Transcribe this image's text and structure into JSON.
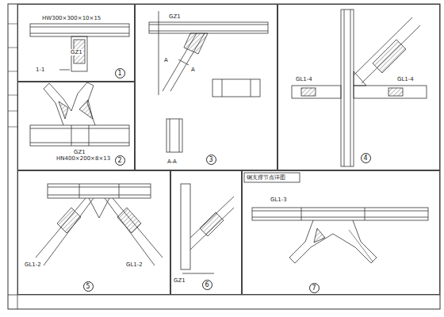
{
  "diagram": {
    "nodes": [
      {
        "text": [
          "1"
        ]
      },
      {
        "text": [
          "2"
        ]
      },
      {
        "text": [
          "3"
        ]
      },
      {
        "text": [
          "4"
        ]
      },
      {
        "text": [
          "5"
        ]
      },
      {
        "text": [
          "6"
        ]
      },
      {
        "text": [
          "7"
        ]
      }
    ],
    "labels": [
      "HW300×300×10×15",
      "GZ1",
      "1-1",
      "GZ1",
      "HN400×200×8×13",
      "GZ1",
      "A",
      "A",
      "A-A",
      "GL1-4",
      "GL1-4",
      "GL1-3",
      "钢支撑节点详图",
      "GL1-2",
      "GL1-2",
      "GZ1"
    ]
  }
}
